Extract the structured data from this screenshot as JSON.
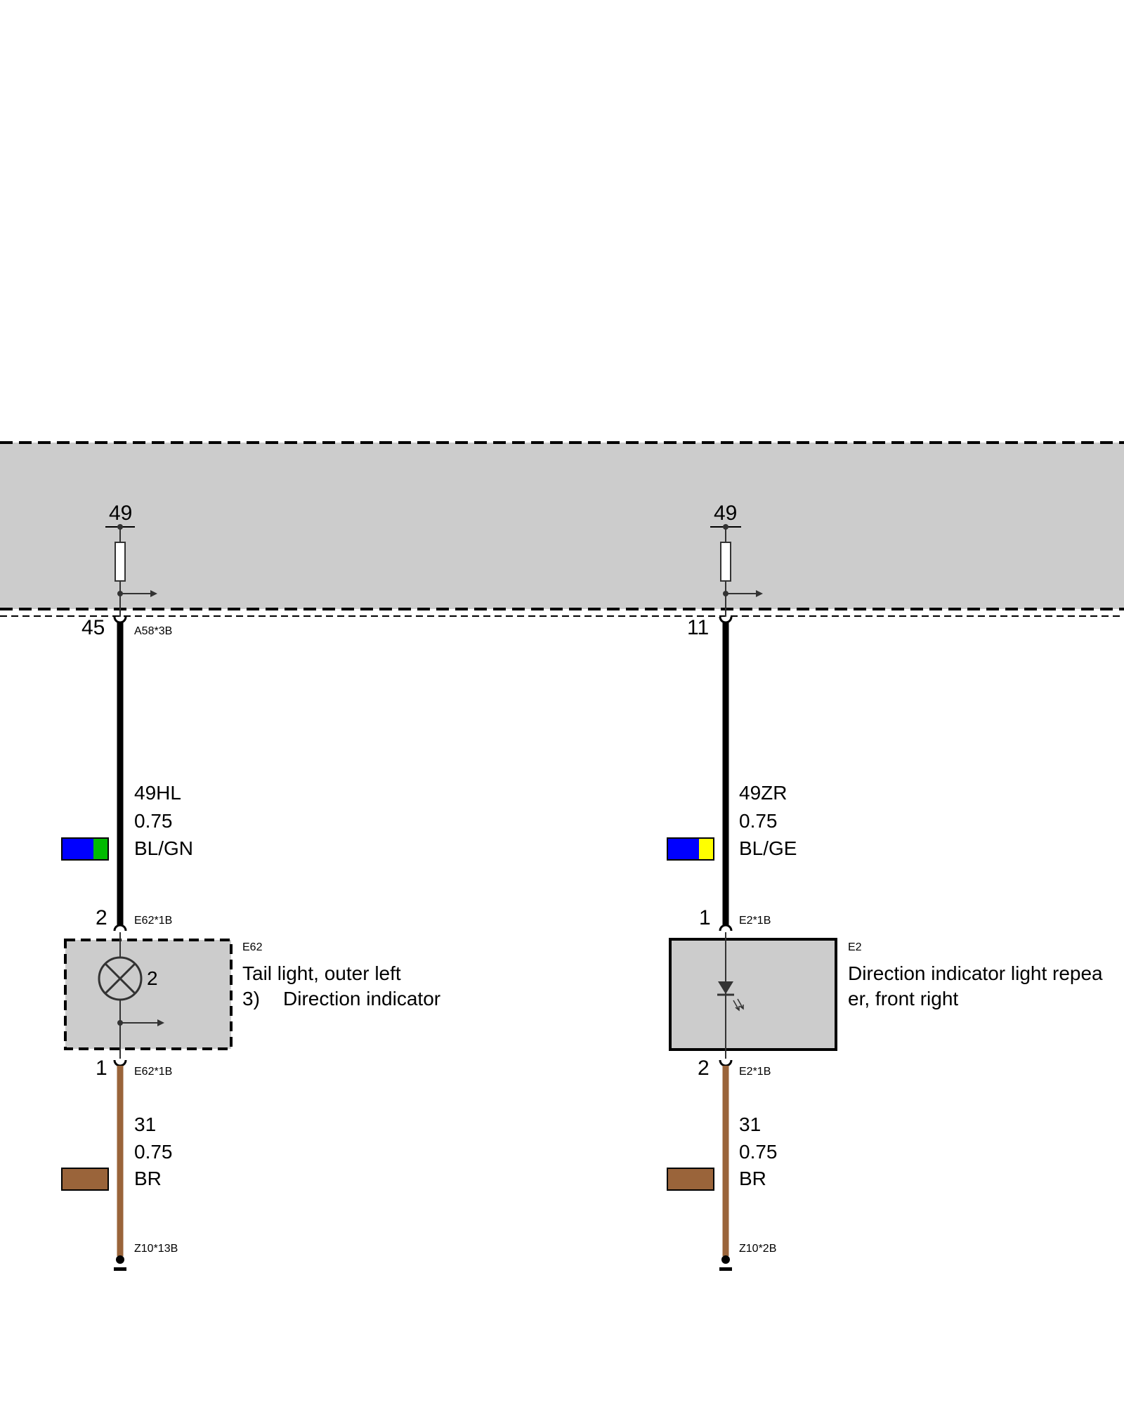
{
  "module": {
    "fill": "#cccccc"
  },
  "left_circuit": {
    "terminal_top": "49",
    "pin_module": "45",
    "connector_module": "A58*3B",
    "wire_top": {
      "id": "49HL",
      "gauge": "0.75",
      "color_code": "BL/GN",
      "colors": [
        "#0000ff",
        "#00bb00"
      ]
    },
    "pin_component_in": "2",
    "connector_component_in": "E62*1B",
    "component": {
      "ref": "E62",
      "name_line1": "Tail light, outer left",
      "note_num": "3)",
      "note_text": "Direction indicator",
      "inner_label": "2",
      "icon": "lamp-icon"
    },
    "pin_component_out": "1",
    "connector_component_out": "E62*1B",
    "wire_bottom": {
      "id": "31",
      "gauge": "0.75",
      "color_code": "BR",
      "colors": [
        "#9a643a"
      ]
    },
    "ground_connector": "Z10*13B"
  },
  "right_circuit": {
    "terminal_top": "49",
    "pin_module": "11",
    "wire_top": {
      "id": "49ZR",
      "gauge": "0.75",
      "color_code": "BL/GE",
      "colors": [
        "#0000ff",
        "#ffff00"
      ]
    },
    "pin_component_in": "1",
    "connector_component_in": "E2*1B",
    "component": {
      "ref": "E2",
      "name_line1": "Direction indicator light repea",
      "name_line2": "er, front right",
      "icon": "led-icon"
    },
    "pin_component_out": "2",
    "connector_component_out": "E2*1B",
    "wire_bottom": {
      "id": "31",
      "gauge": "0.75",
      "color_code": "BR",
      "colors": [
        "#9a643a"
      ]
    },
    "ground_connector": "Z10*2B"
  }
}
